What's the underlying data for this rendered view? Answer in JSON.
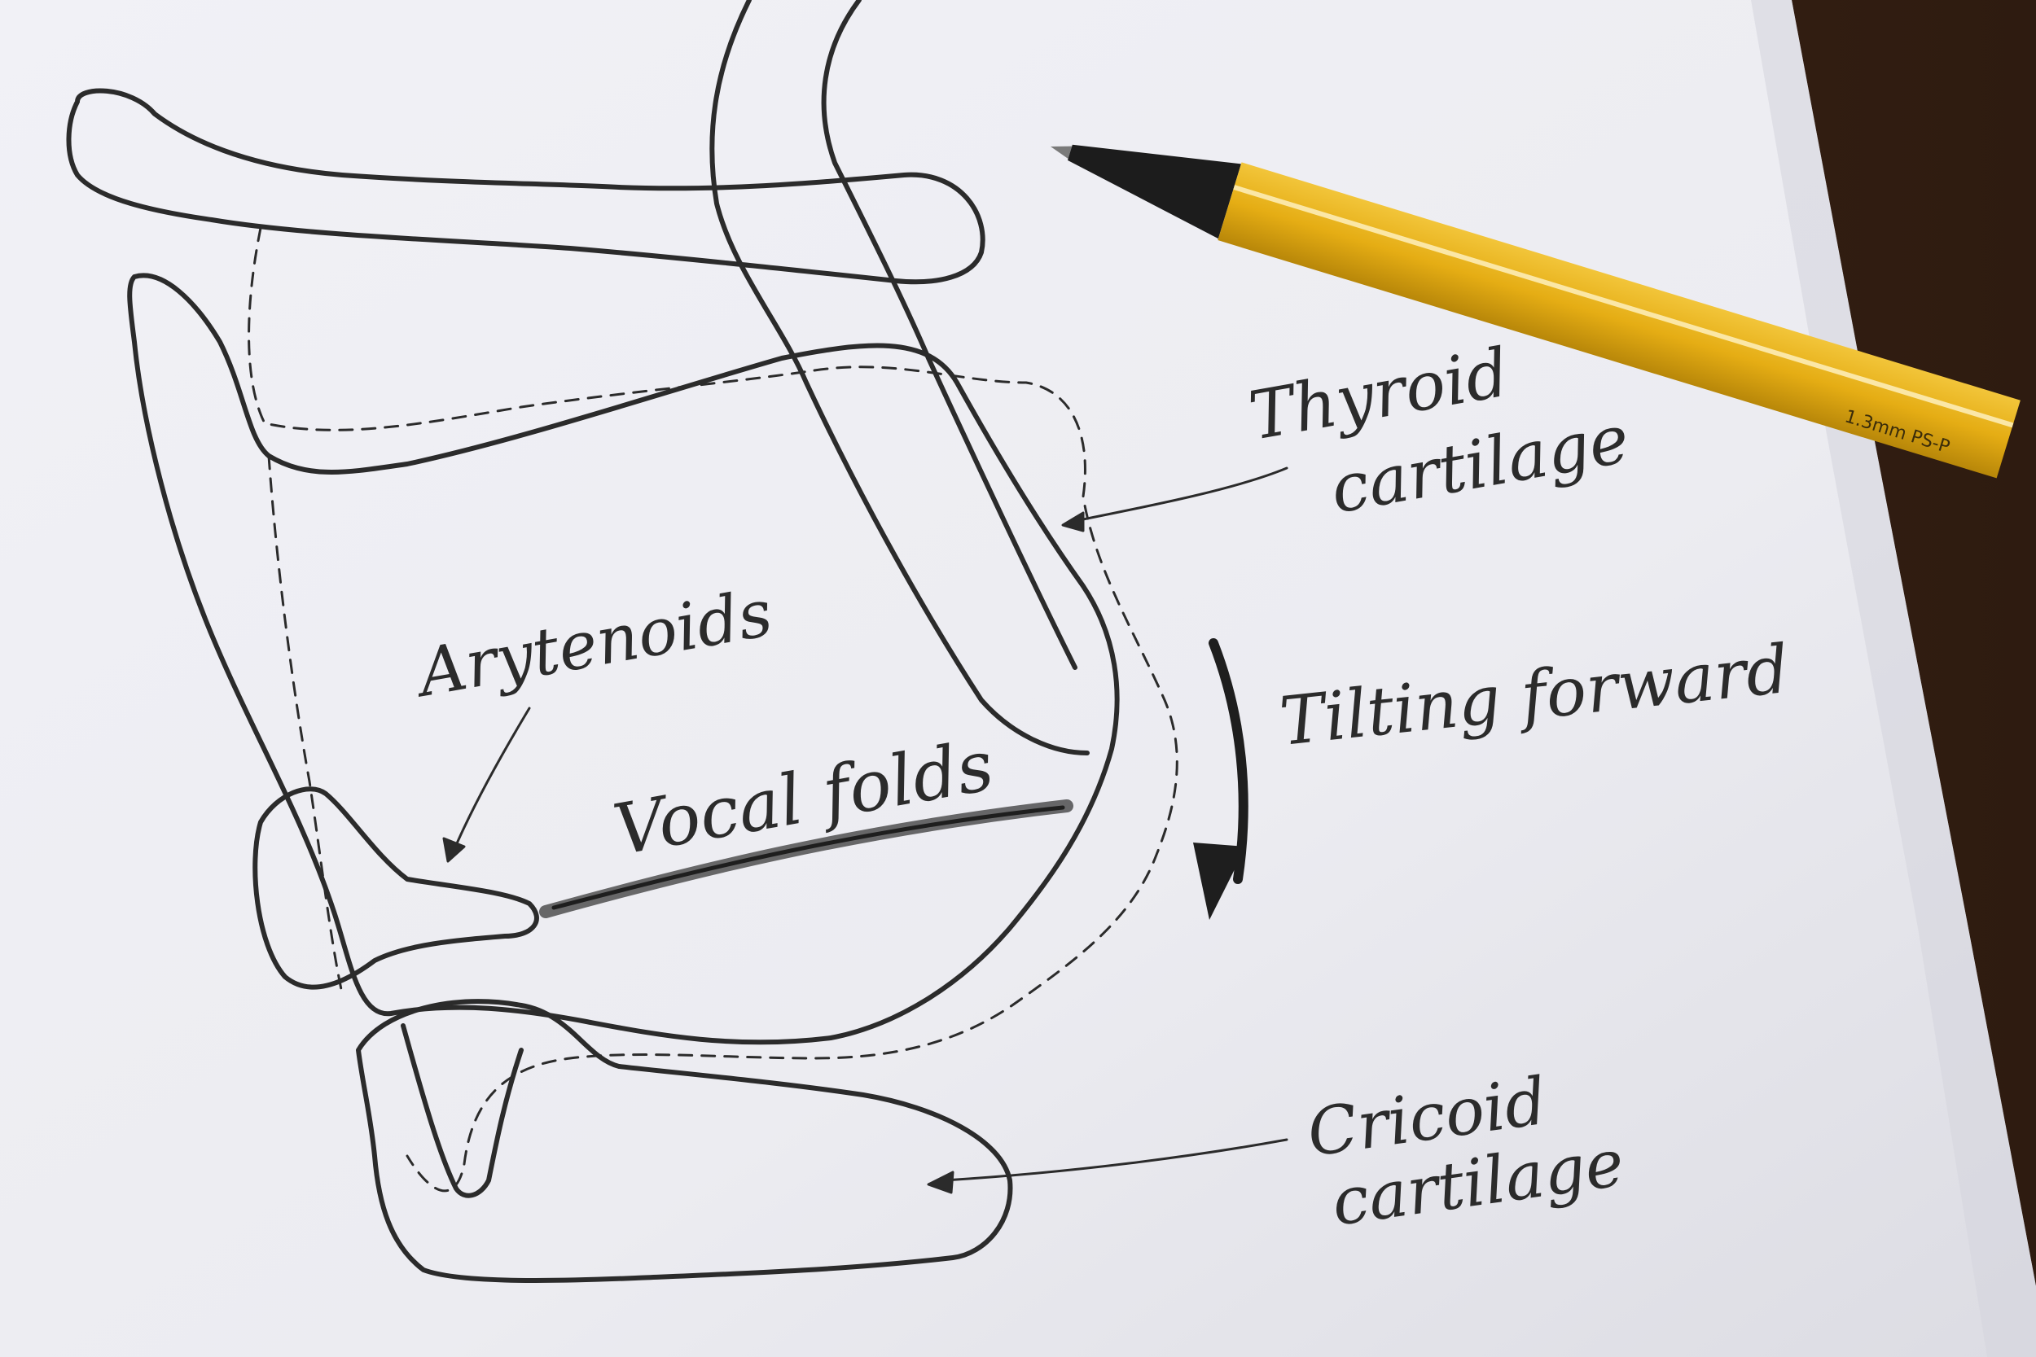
{
  "labels": {
    "thyroid_line1": "Thyroid",
    "thyroid_line2": "cartilage",
    "arytenoids": "Arytenoids",
    "vocal_folds": "Vocal folds",
    "tilting": "Tilting forward",
    "cricoid_line1": "Cricoid",
    "cricoid_line2": "cartilage"
  },
  "pen": {
    "imprint": "1.3mm PS-P"
  },
  "colors": {
    "table": "#3b2417",
    "paper": "#eeeef3",
    "pencil": "#2b2b2b",
    "pen_barrel": "#e8b51f",
    "pen_tip": "#1c1c1c"
  }
}
